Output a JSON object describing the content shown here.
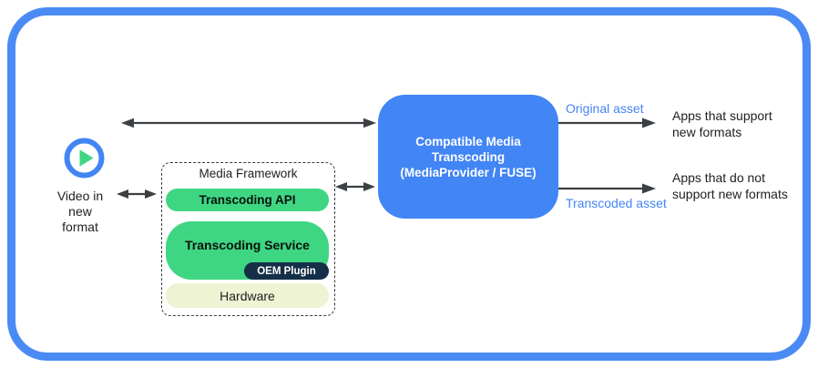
{
  "colors": {
    "frame_blue": "#4a8af4",
    "box_blue": "#4285f4",
    "green": "#3fd683",
    "navy": "#152f48",
    "pale": "#eef3d4",
    "arrow": "#3c4043",
    "label_blue": "#4285f4",
    "ink": "#202124"
  },
  "source": {
    "icon": "play-icon",
    "label": "Video in\nnew\nformat"
  },
  "media_framework": {
    "title": "Media Framework",
    "api_label": "Transcoding API",
    "service_label": "Transcoding Service",
    "oem_label": "OEM Plugin",
    "hardware_label": "Hardware"
  },
  "transcoder": {
    "label": "Compatible Media\nTranscoding\n(MediaProvider / FUSE)"
  },
  "outputs": {
    "original": {
      "asset": "Original asset",
      "apps": "Apps that support\nnew formats"
    },
    "transcoded": {
      "asset": "Transcoded asset",
      "apps": "Apps that do not\nsupport new formats"
    }
  }
}
